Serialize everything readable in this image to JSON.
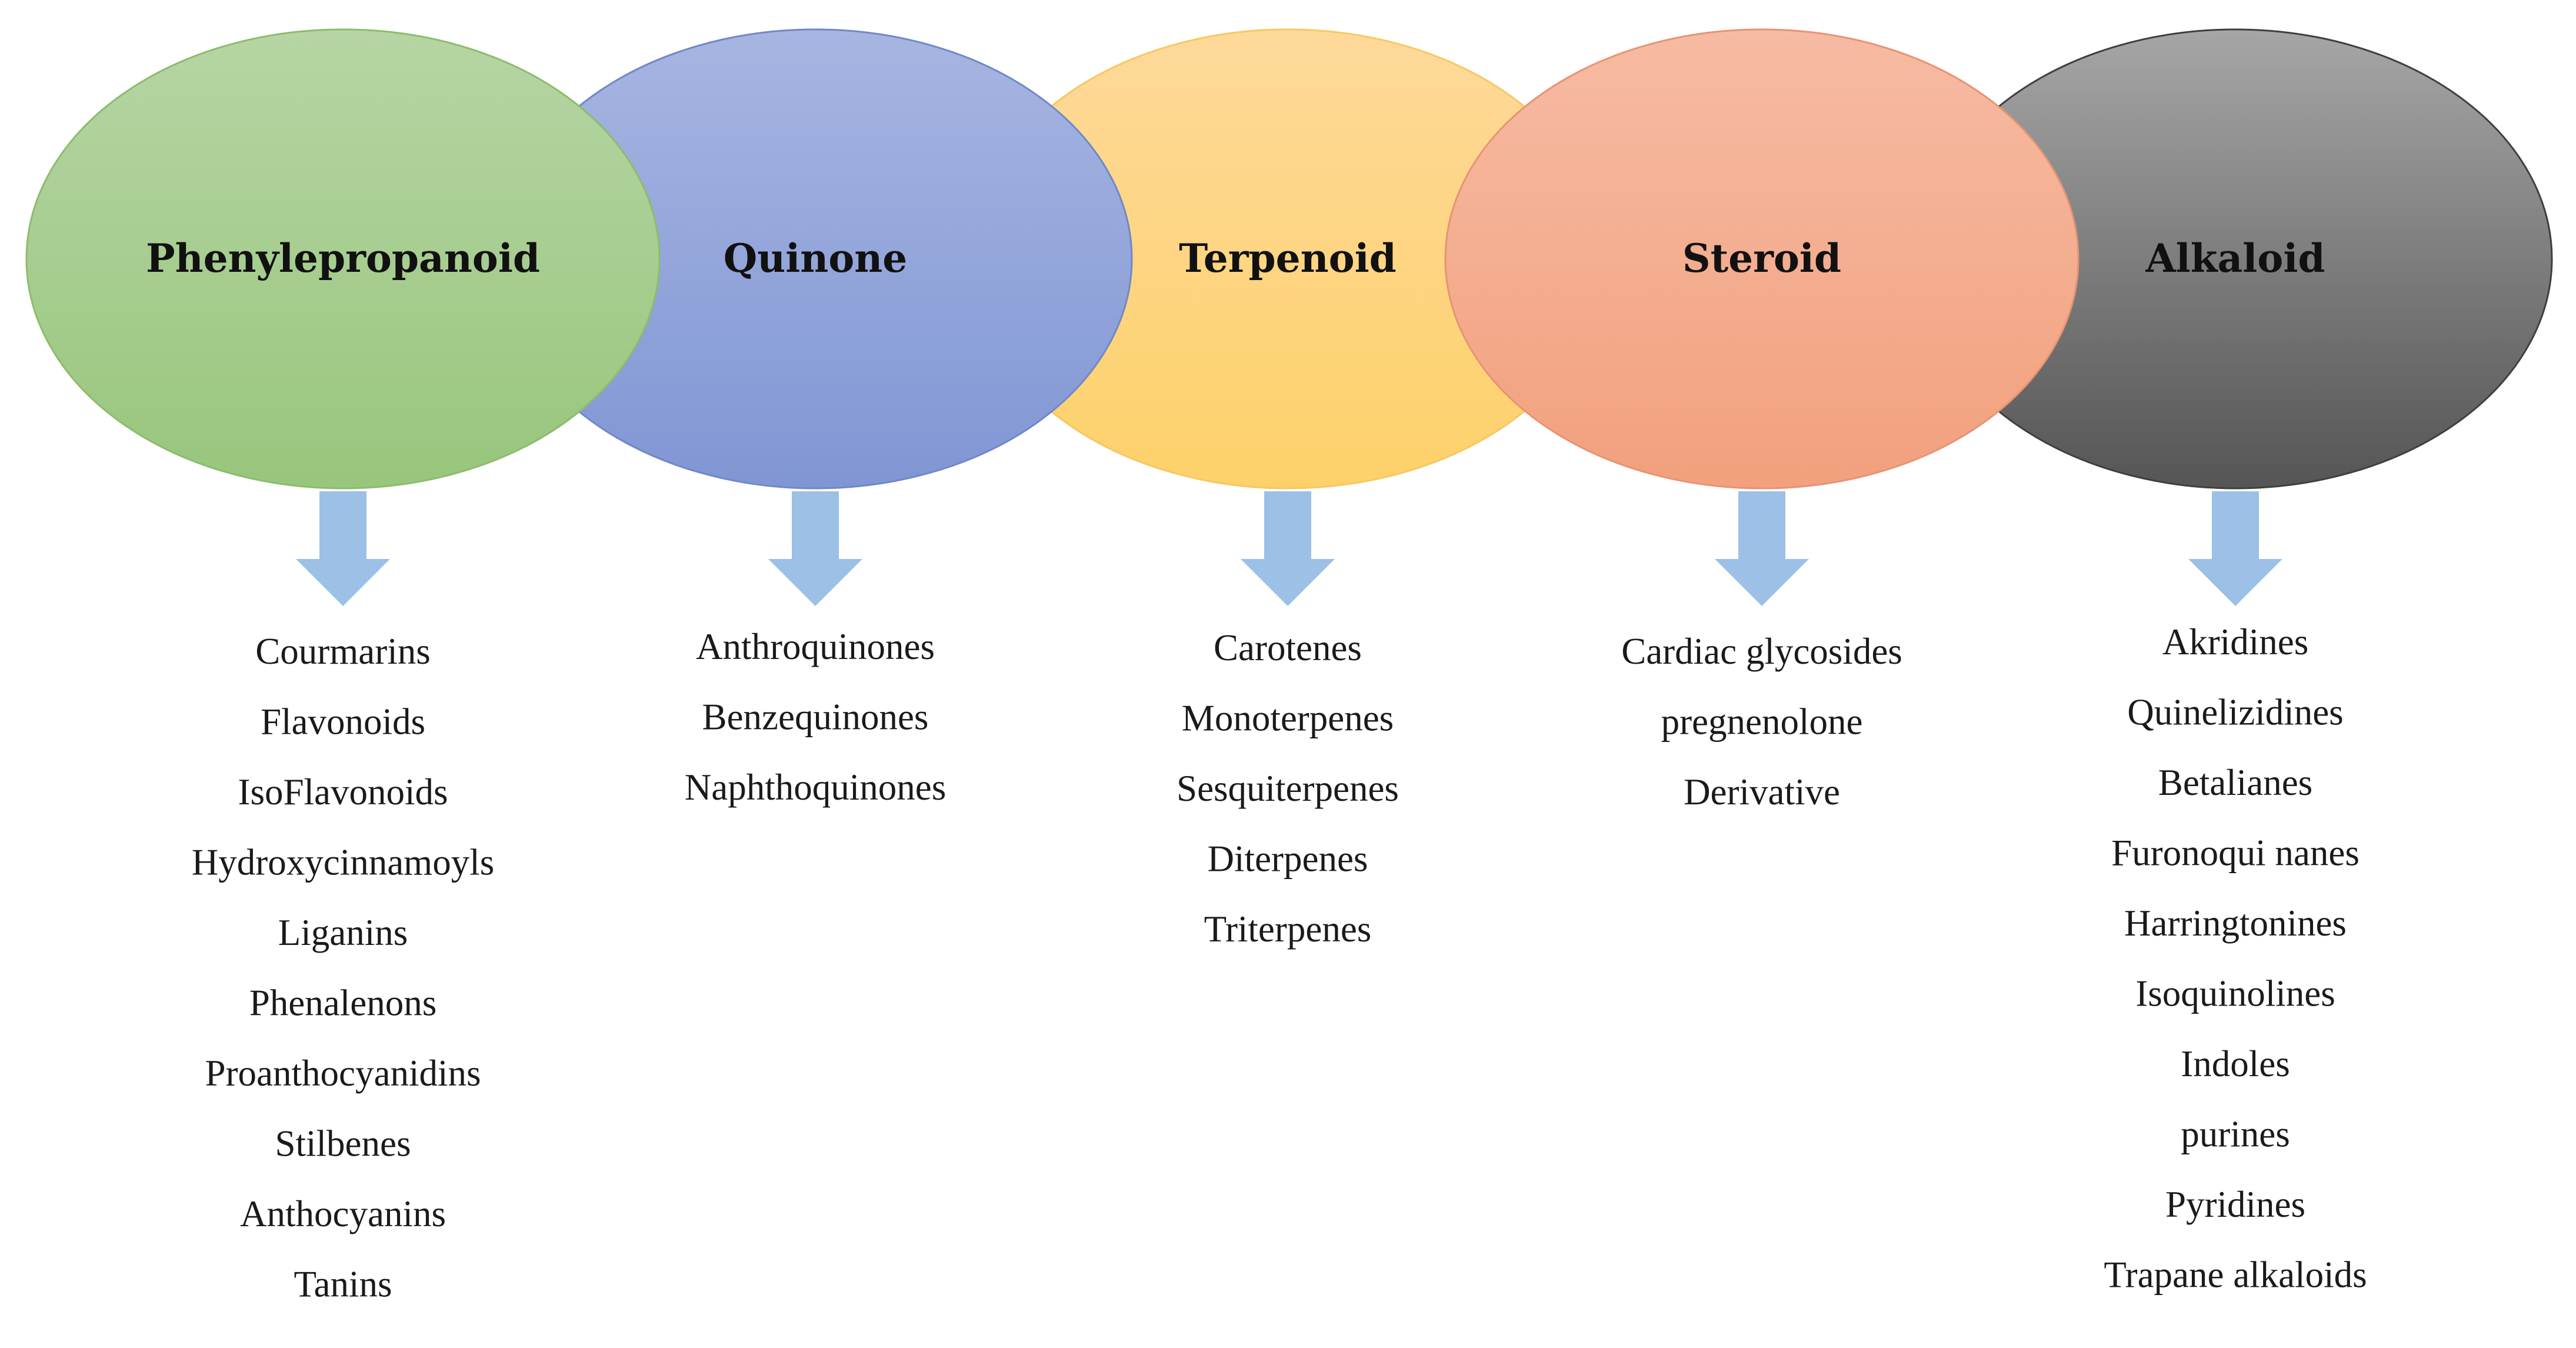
{
  "columns": [
    {
      "name": "Phenylepropanoid",
      "color_top": "#b6d5a4",
      "color_bottom": "#98c67c",
      "stroke": "#8cbc6c",
      "items": [
        "Courmarins",
        "Flavonoids",
        "IsoFlavonoids",
        "Hydroxycinnamoyls",
        "Liganins",
        "Phenalenons",
        "Proanthocyanidins",
        "Stilbenes",
        "Anthocyanins",
        "Tanins"
      ]
    },
    {
      "name": "Quinone",
      "color_top": "#a7b5e1",
      "color_bottom": "#8096d4",
      "stroke": "#7088c8",
      "items": [
        "Anthroquinones",
        "Benzequinones",
        "Naphthoquinones"
      ]
    },
    {
      "name": "Terpenoid",
      "color_top": "#fed99a",
      "color_bottom": "#fdd16a",
      "stroke": "#f7c862",
      "items": [
        "Carotenes",
        "Monoterpenes",
        "Sesquiterpenes",
        "Diterpenes",
        "Triterpenes"
      ]
    },
    {
      "name": "Steroid",
      "color_top": "#f6bba3",
      "color_bottom": "#f2a07d",
      "stroke": "#e79373",
      "items": [
        "Cardiac glycosides",
        "pregnenolone",
        "Derivative"
      ]
    },
    {
      "name": "Alkaloid",
      "color_top": "#a6a6a6",
      "color_bottom": "#555555",
      "stroke": "#3f3f3f",
      "items": [
        "Akridines",
        "Quinelizidines",
        "Betalianes",
        "Furonoqui nanes",
        "Harringtonines",
        "Isoquinolines",
        "Indoles",
        "purines",
        "Pyridines",
        "Trapane alkaloids"
      ]
    }
  ],
  "arrow_color": "#9cc0e6"
}
